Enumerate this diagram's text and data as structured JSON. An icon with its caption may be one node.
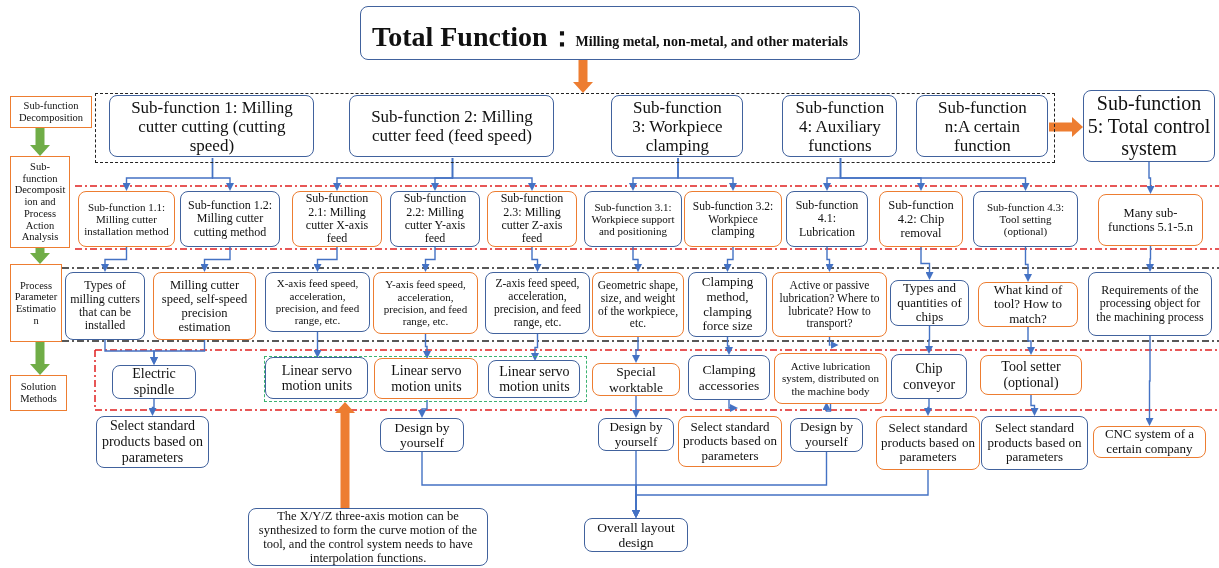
{
  "diagram": {
    "nodes": [
      {
        "text": [
          "Total Function：",
          "Milling metal, non-metal, and other materials"
        ]
      },
      {
        "text": [
          "Sub-function Decomposition"
        ]
      },
      {
        "text": [
          "Sub-function Decomposition and Process Action Analysis"
        ]
      },
      {
        "text": [
          "Process Parameter Estimation"
        ]
      },
      {
        "text": [
          "Solution Methods"
        ]
      },
      {
        "text": [],
        "shape": "box"
      },
      {
        "text": [
          "Sub-function 1: Milling cutter cutting (cutting speed)"
        ],
        "in": 5
      },
      {
        "text": [
          "Sub-function 2: Milling cutter feed (feed speed)"
        ],
        "in": 5
      },
      {
        "text": [
          "Sub-function 3: Workpiece clamping"
        ],
        "in": 5
      },
      {
        "text": [
          "Sub-function 4: Auxiliary functions"
        ],
        "in": 5
      },
      {
        "text": [
          "Sub-function n:A certain function"
        ],
        "in": 5
      },
      {
        "text": [
          "Sub-function 5: Total control system"
        ]
      },
      {
        "text": [
          "Sub-function 1.1: Milling cutter installation method"
        ]
      },
      {
        "text": [
          "Sub-function 1.2: Milling cutter cutting method"
        ]
      },
      {
        "text": [
          "Sub-function 2.1: Milling cutter X-axis feed"
        ]
      },
      {
        "text": [
          "Sub-function 2.2: Milling cutter Y-axis feed"
        ]
      },
      {
        "text": [
          "Sub-function 2.3: Milling cutter Z-axis feed"
        ]
      },
      {
        "text": [
          "Sub-function 3.1: Workpiece support and positioning"
        ]
      },
      {
        "text": [
          "Sub-function 3.2: Workpiece clamping"
        ]
      },
      {
        "text": [
          "Sub-function 4.1: Lubrication"
        ]
      },
      {
        "text": [
          "Sub-function 4.2: Chip removal"
        ]
      },
      {
        "text": [
          "Sub-function 4.3: Tool setting (optional)"
        ]
      },
      {
        "text": [
          "Many sub-functions 5.1-5.n"
        ]
      },
      {
        "text": [
          "Types of milling cutters that can be installed"
        ]
      },
      {
        "text": [
          "Milling cutter speed, self-speed precision estimation"
        ]
      },
      {
        "text": [
          "X-axis feed speed, acceleration, precision, and feed range, etc."
        ]
      },
      {
        "text": [
          "Y-axis feed speed, acceleration, precision, and feed range, etc."
        ]
      },
      {
        "text": [
          "Z-axis feed speed, acceleration, precision, and feed range, etc."
        ]
      },
      {
        "text": [
          "Geometric shape, size, and weight of the workpiece, etc."
        ]
      },
      {
        "text": [
          "Clamping method, clamping force size"
        ]
      },
      {
        "text": [
          "Active or passive lubrication? Where to lubricate? How to transport?"
        ]
      },
      {
        "text": [
          "Types and quantities of chips"
        ]
      },
      {
        "text": [
          "What kind of tool? How to match?"
        ]
      },
      {
        "text": [
          "Requirements of the processing object for the machining process"
        ]
      },
      {
        "text": [
          "Electric spindle"
        ]
      },
      {
        "text": [],
        "shape": "box"
      },
      {
        "text": [
          "Linear servo motion units"
        ],
        "in": 35
      },
      {
        "text": [
          "Linear servo motion units"
        ],
        "in": 35
      },
      {
        "text": [
          "Linear servo motion units"
        ],
        "in": 35
      },
      {
        "text": [
          "Special worktable"
        ]
      },
      {
        "text": [
          "Clamping accessories"
        ]
      },
      {
        "text": [
          "Active lubrication system, distributed on the machine body"
        ]
      },
      {
        "text": [
          "Chip conveyor"
        ]
      },
      {
        "text": [
          "Tool setter (optional)"
        ]
      },
      {
        "text": [
          "Select standard products based on parameters"
        ]
      },
      {
        "text": [
          "Design by yourself"
        ]
      },
      {
        "text": [
          "Design by yourself"
        ]
      },
      {
        "text": [
          "Select standard products based on parameters"
        ]
      },
      {
        "text": [
          "Design by yourself"
        ]
      },
      {
        "text": [
          "Select standard products based on parameters"
        ]
      },
      {
        "text": [
          "Select standard products based on parameters"
        ]
      },
      {
        "text": [
          "CNC system of a certain company"
        ]
      },
      {
        "text": [
          "Overall layout design"
        ]
      },
      {
        "text": [
          "The X/Y/Z three-axis motion can be synthesized to form the curve motion of the tool, and the control system needs to have interpolation functions."
        ]
      }
    ],
    "edges": [
      {
        "from": 0,
        "to": 5,
        "arrow": "to",
        "style": "thick",
        "color": "#ed7d31"
      },
      {
        "from": 1,
        "to": 2,
        "arrow": "to",
        "style": "thick",
        "color": "#70ad47"
      },
      {
        "from": 2,
        "to": 3,
        "arrow": "to",
        "style": "thick",
        "color": "#70ad47"
      },
      {
        "from": 3,
        "to": 4,
        "arrow": "to",
        "style": "thick",
        "color": "#70ad47"
      },
      {
        "from": 6,
        "to": 12,
        "arrow": "to"
      },
      {
        "from": 6,
        "to": 13,
        "arrow": "to"
      },
      {
        "from": 7,
        "to": 14,
        "arrow": "to"
      },
      {
        "from": 7,
        "to": 15,
        "arrow": "to"
      },
      {
        "from": 7,
        "to": 16,
        "arrow": "to"
      },
      {
        "from": 8,
        "to": 17,
        "arrow": "to"
      },
      {
        "from": 8,
        "to": 18,
        "arrow": "to"
      },
      {
        "from": 9,
        "to": 19,
        "arrow": "to"
      },
      {
        "from": 9,
        "to": 20,
        "arrow": "to"
      },
      {
        "from": 9,
        "to": 21,
        "arrow": "to"
      },
      {
        "from": 11,
        "to": 22,
        "arrow": "to"
      },
      {
        "from": 12,
        "to": 23,
        "arrow": "to"
      },
      {
        "from": 13,
        "to": 24,
        "arrow": "to"
      },
      {
        "from": 14,
        "to": 25,
        "arrow": "to"
      },
      {
        "from": 15,
        "to": 26,
        "arrow": "to"
      },
      {
        "from": 16,
        "to": 27,
        "arrow": "to"
      },
      {
        "from": 17,
        "to": 28,
        "arrow": "to"
      },
      {
        "from": 18,
        "to": 29,
        "arrow": "to"
      },
      {
        "from": 19,
        "to": 30,
        "arrow": "to"
      },
      {
        "from": 20,
        "to": 31,
        "arrow": "to"
      },
      {
        "from": 21,
        "to": 32,
        "arrow": "to"
      },
      {
        "from": 22,
        "to": 33,
        "arrow": "to"
      },
      {
        "from": 23,
        "to": 34,
        "arrow": "to"
      },
      {
        "from": 24,
        "to": 34,
        "arrow": "to"
      },
      {
        "from": 25,
        "to": 36,
        "arrow": "to"
      },
      {
        "from": 26,
        "to": 37,
        "arrow": "to"
      },
      {
        "from": 27,
        "to": 38,
        "arrow": "to"
      },
      {
        "from": 28,
        "to": 39,
        "arrow": "to"
      },
      {
        "from": 29,
        "to": 40,
        "arrow": "to"
      },
      {
        "from": 30,
        "to": 41,
        "arrow": "to"
      },
      {
        "from": 31,
        "to": 42,
        "arrow": "to"
      },
      {
        "from": 32,
        "to": 43,
        "arrow": "to"
      },
      {
        "from": 33,
        "to": 51,
        "arrow": "to"
      },
      {
        "from": 34,
        "to": 44,
        "arrow": "to"
      },
      {
        "from": 37,
        "to": 45,
        "arrow": "to"
      },
      {
        "from": 39,
        "to": 46,
        "arrow": "to"
      },
      {
        "from": 40,
        "to": 47,
        "arrow": "to"
      },
      {
        "from": 41,
        "to": 48,
        "arrow": "to"
      },
      {
        "from": 42,
        "to": 49,
        "arrow": "to"
      },
      {
        "from": 43,
        "to": 50,
        "arrow": "to"
      },
      {
        "from": 45,
        "to": 52,
        "arrow": "to"
      },
      {
        "from": 46,
        "to": 52,
        "arrow": "to"
      },
      {
        "from": 48,
        "to": 52,
        "arrow": "to"
      },
      {
        "from": 49,
        "to": 52,
        "arrow": "to"
      },
      {
        "from": 10,
        "to": 11,
        "arrow": "to",
        "style": "thick",
        "color": "#ed7d31"
      },
      {
        "from": 53,
        "to": 35,
        "arrow": "to",
        "style": "thick",
        "color": "#ed7d31"
      }
    ]
  }
}
